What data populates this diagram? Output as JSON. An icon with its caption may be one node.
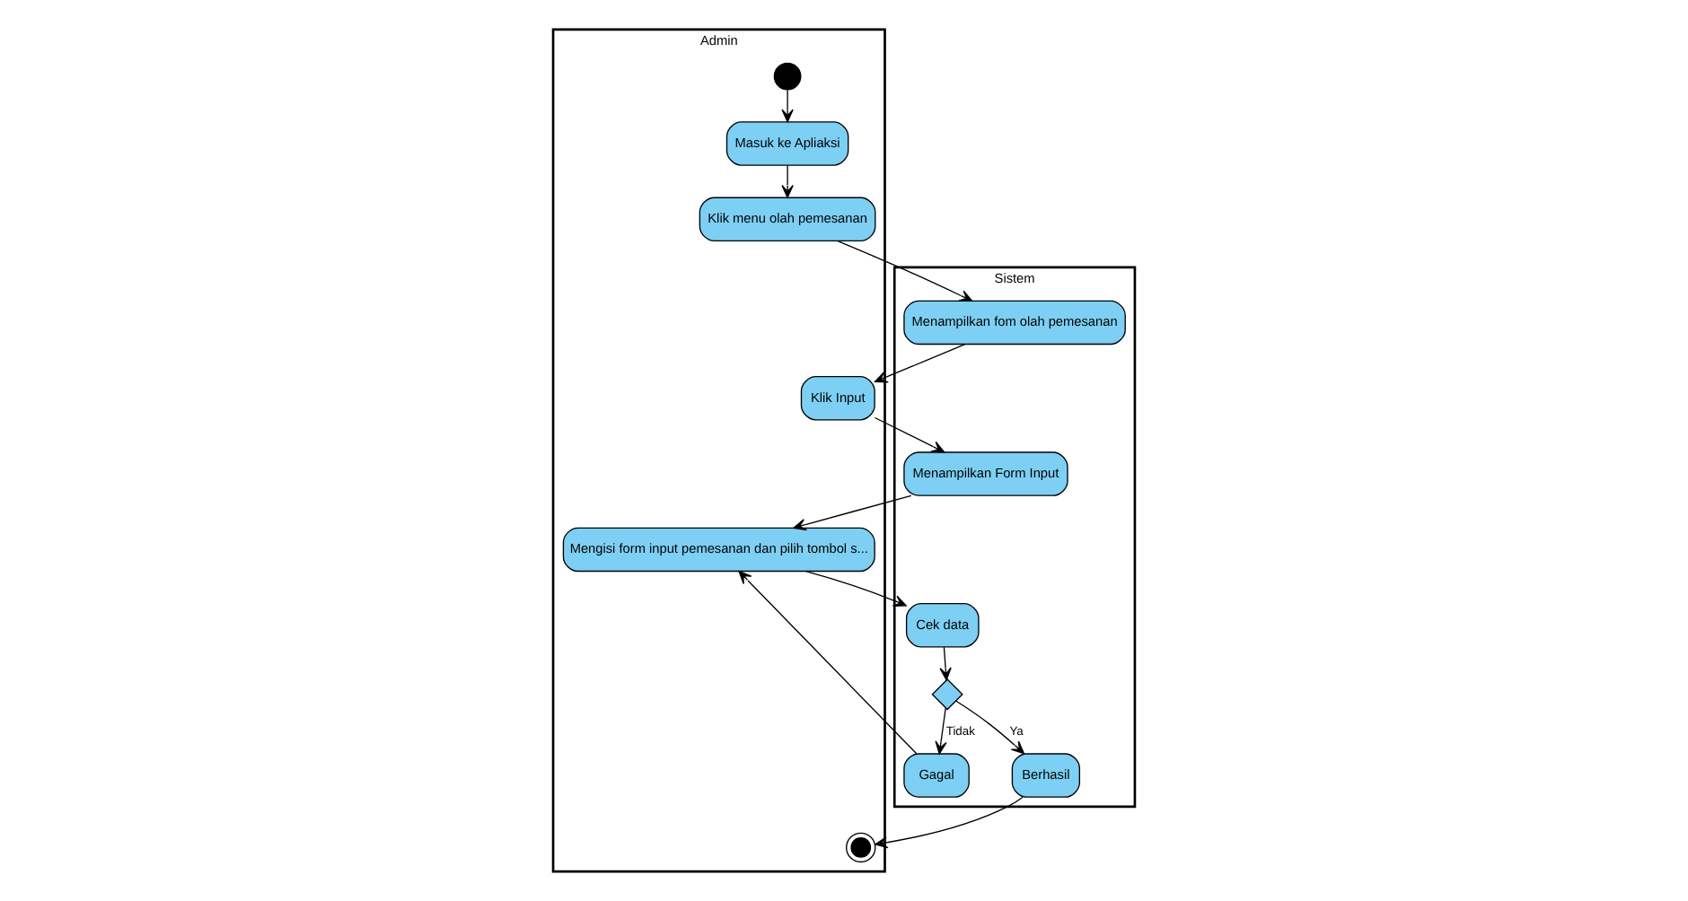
{
  "diagram": {
    "nodes": [
      {
        "text": [
          "Admin"
        ]
      },
      {
        "text": [
          "Sistem"
        ]
      },
      {
        "text": [],
        "shape": "circle",
        "in": 0
      },
      {
        "text": [
          "Masuk ke Apliaksi"
        ],
        "in": 0
      },
      {
        "text": [
          "Klik menu olah pemesanan"
        ],
        "in": 0
      },
      {
        "text": [
          "Menampilkan fom olah pemesanan"
        ],
        "in": 1
      },
      {
        "text": [
          "Klik Input"
        ],
        "in": 0
      },
      {
        "text": [
          "Menampilkan Form Input"
        ],
        "in": 1
      },
      {
        "text": [
          "Mengisi form input pemesanan dan pilih tombol s..."
        ],
        "in": 0
      },
      {
        "text": [
          "Cek data"
        ],
        "in": 1
      },
      {
        "text": [],
        "shape": "diamond",
        "in": 1
      },
      {
        "text": [
          "Berhasil"
        ],
        "in": 1
      },
      {
        "text": [
          "Gagal"
        ],
        "in": 1
      },
      {
        "text": [],
        "shape": "circle",
        "in": 0
      }
    ],
    "edges": [
      {
        "from": 2,
        "to": 3,
        "arrow": "to"
      },
      {
        "from": 3,
        "to": 4,
        "arrow": "to"
      },
      {
        "from": 4,
        "to": 5,
        "arrow": "to"
      },
      {
        "from": 5,
        "to": 6,
        "arrow": "to"
      },
      {
        "from": 6,
        "to": 7,
        "arrow": "to"
      },
      {
        "from": 7,
        "to": 8,
        "arrow": "to"
      },
      {
        "from": 8,
        "to": 9,
        "arrow": "to"
      },
      {
        "from": 9,
        "to": 10,
        "arrow": "to"
      },
      {
        "from": 10,
        "to": 11,
        "label": "Ya",
        "arrow": "to"
      },
      {
        "from": 10,
        "to": 12,
        "label": "Tidak",
        "arrow": "to"
      },
      {
        "from": 12,
        "to": 8,
        "arrow": "to"
      },
      {
        "from": 11,
        "to": 13,
        "arrow": "to"
      }
    ]
  }
}
